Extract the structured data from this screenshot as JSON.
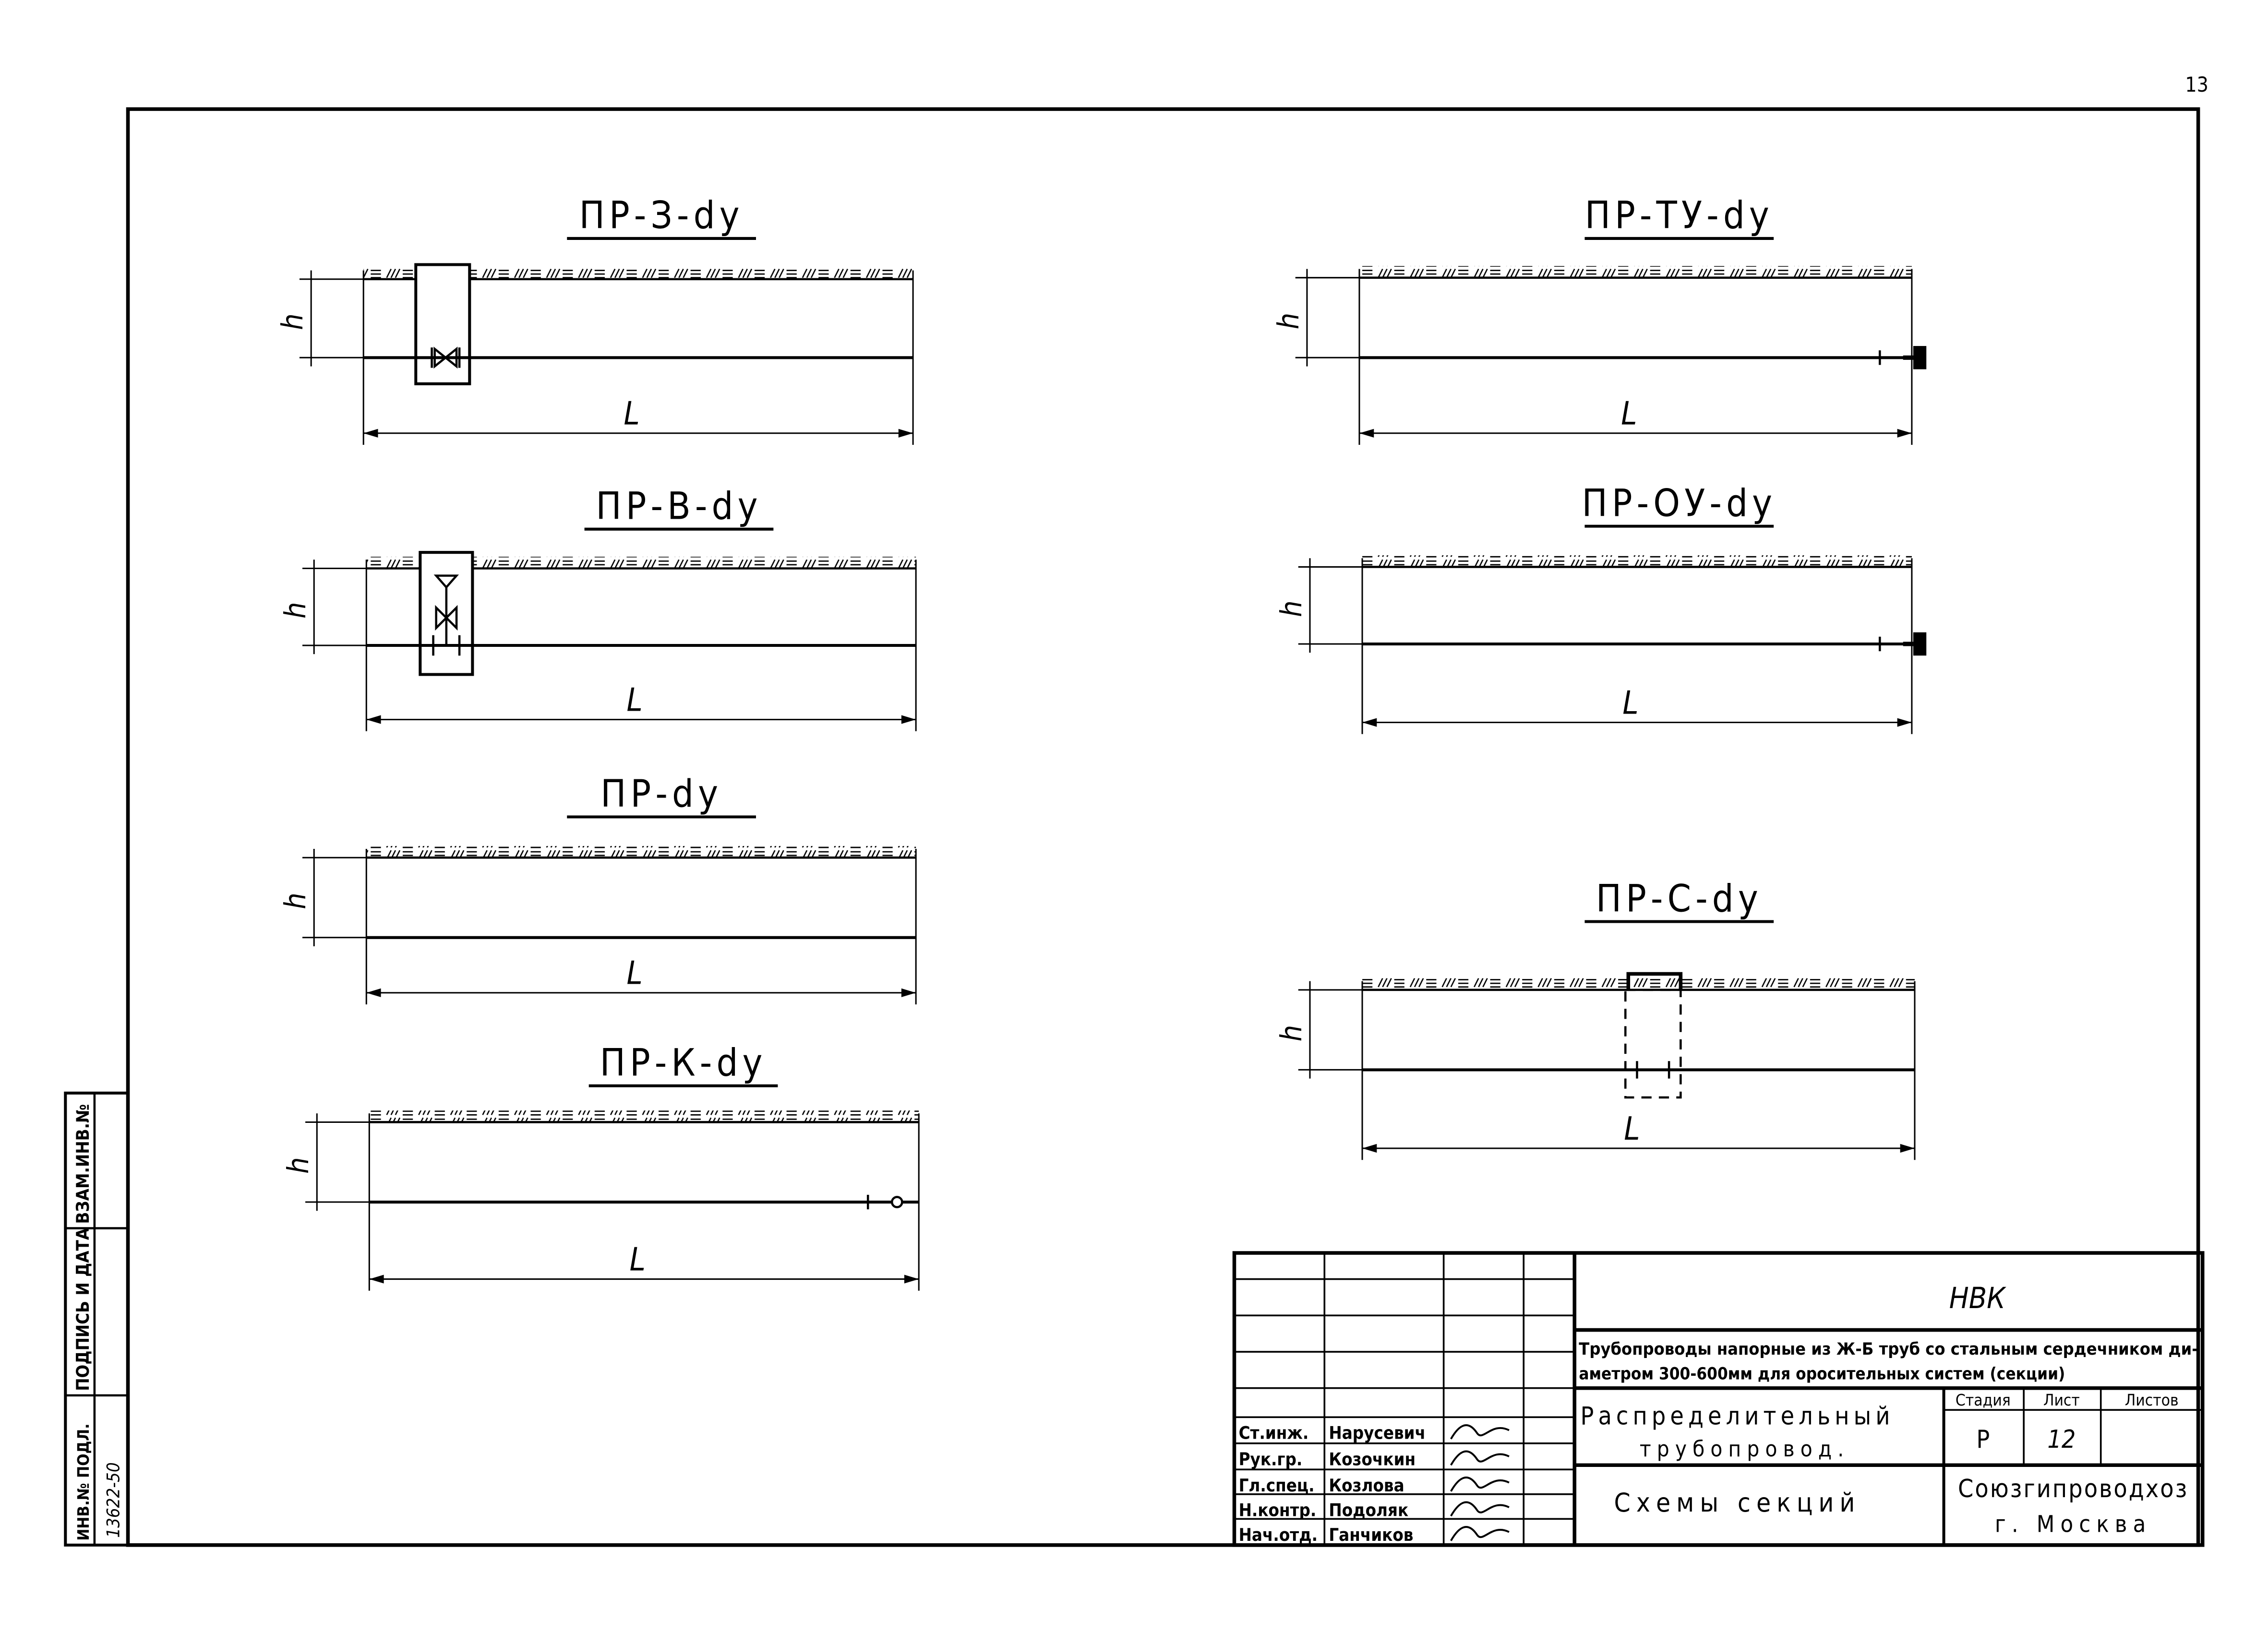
{
  "page_number": "13",
  "sections": [
    {
      "title": "ПР-З-dy",
      "h_label": "h",
      "l_label": "L",
      "fitting": "valve-in-chamber"
    },
    {
      "title": "ПР-В-dy",
      "h_label": "h",
      "l_label": "L",
      "fitting": "air-valve-in-chamber"
    },
    {
      "title": "ПР-dy",
      "h_label": "h",
      "l_label": "L",
      "fitting": "none"
    },
    {
      "title": "ПР-К-dy",
      "h_label": "h",
      "l_label": "L",
      "fitting": "end-plug"
    },
    {
      "title": "ПР-ТУ-dy",
      "h_label": "h",
      "l_label": "L",
      "fitting": "end-cap"
    },
    {
      "title": "ПР-ОУ-dy",
      "h_label": "h",
      "l_label": "L",
      "fitting": "end-cap"
    },
    {
      "title": "ПР-С-dy",
      "h_label": "h",
      "l_label": "L",
      "fitting": "casing-dashed"
    }
  ],
  "side_stamp": {
    "cells": [
      {
        "label": "ВЗАМ.ИНВ.№",
        "value": ""
      },
      {
        "label": "ПОДПИСЬ И ДАТА",
        "value": ""
      },
      {
        "label": "ИНВ.№ ПОДЛ.",
        "value": "13622-50"
      }
    ]
  },
  "title_block": {
    "code": "НВК",
    "project_line1": "Трубопроводы напорные из Ж-Б труб со стальным сердечником ди-",
    "project_line2": "аметром 300-600мм для оросительных систем (секции)",
    "object_line1": "Распределительный",
    "object_line2": "трубопровод.",
    "sheet_title": "Схемы секций",
    "stage_header": "Стадия",
    "sheet_header": "Лист",
    "sheets_header": "Листов",
    "stage": "Р",
    "sheet": "12",
    "sheets": "",
    "organization": "Союзгипроводхоз",
    "city": "г. Москва",
    "staff": [
      {
        "role": "Ст.инж.",
        "name": "Нарусевич"
      },
      {
        "role": "Рук.гр.",
        "name": "Козочкин"
      },
      {
        "role": "Гл.спец.",
        "name": "Козлова"
      },
      {
        "role": "Н.контр.",
        "name": "Подоляк"
      },
      {
        "role": "Нач.отд.",
        "name": "Ганчиков"
      }
    ]
  }
}
